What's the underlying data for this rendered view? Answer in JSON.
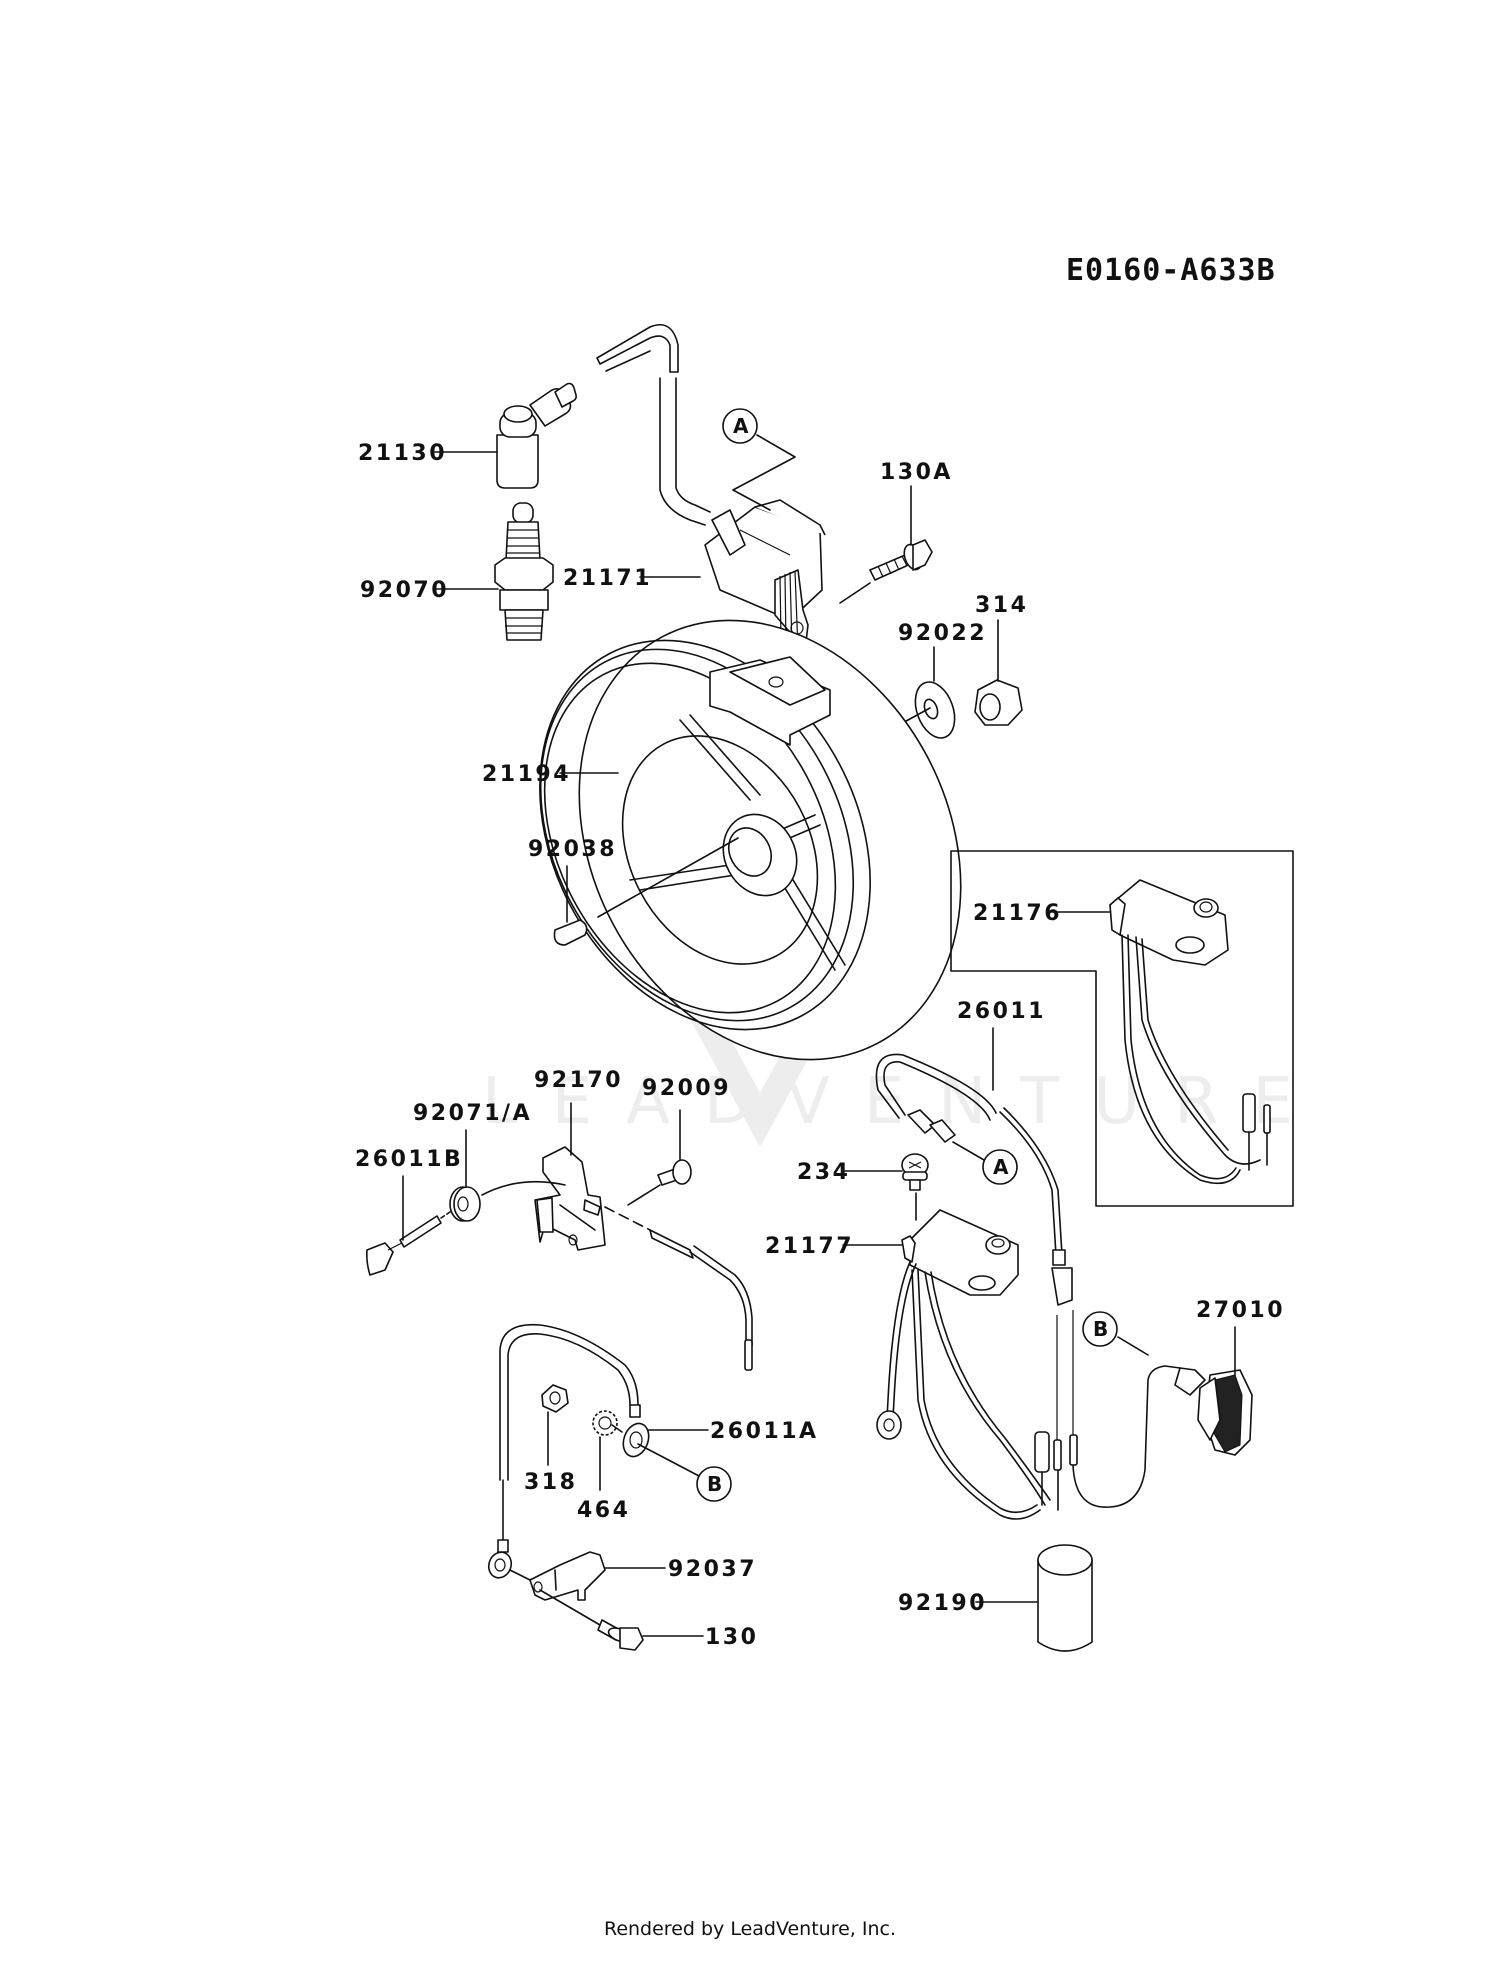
{
  "diagram": {
    "code": "E0160-A633B",
    "watermark": "LEADVENTURE",
    "parts": [
      {
        "number": "21130",
        "name": "spark-plug-cap"
      },
      {
        "number": "92070",
        "name": "spark-plug"
      },
      {
        "number": "21171",
        "name": "ignition-coil"
      },
      {
        "number": "130A",
        "name": "coil-bolt"
      },
      {
        "number": "92022",
        "name": "washer"
      },
      {
        "number": "314",
        "name": "nut"
      },
      {
        "number": "21194",
        "name": "flywheel"
      },
      {
        "number": "92038",
        "name": "key"
      },
      {
        "number": "21176",
        "name": "regulator-inset"
      },
      {
        "number": "26011",
        "name": "lead-wire"
      },
      {
        "number": "234",
        "name": "screw"
      },
      {
        "number": "21177",
        "name": "regulator"
      },
      {
        "number": "27010",
        "name": "switch"
      },
      {
        "number": "92190",
        "name": "tube"
      },
      {
        "number": "92170",
        "name": "clamp"
      },
      {
        "number": "92009",
        "name": "screw-small"
      },
      {
        "number": "92071/A",
        "name": "grommet"
      },
      {
        "number": "26011B",
        "name": "lead-b"
      },
      {
        "number": "318",
        "name": "nut-small"
      },
      {
        "number": "464",
        "name": "lock-washer"
      },
      {
        "number": "26011A",
        "name": "ground-lead"
      },
      {
        "number": "92037",
        "name": "ground-clamp"
      },
      {
        "number": "130",
        "name": "flange-bolt"
      }
    ],
    "callouts": {
      "A": "A",
      "B": "B"
    }
  },
  "footer": {
    "text": "Rendered by LeadVenture, Inc."
  }
}
